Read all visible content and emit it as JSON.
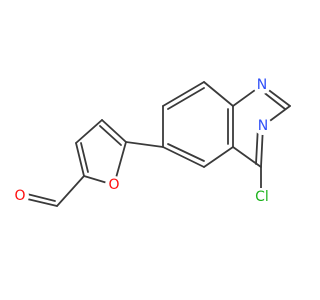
{
  "colors": {
    "bond": "#3a3a3a",
    "N": "#3050f8",
    "O": "#ff0d0d",
    "Cl": "#1db31d"
  },
  "atoms": {
    "n1": "N",
    "n3": "N",
    "cl": "Cl",
    "o_furan": "O",
    "o_aldehyde": "O"
  }
}
